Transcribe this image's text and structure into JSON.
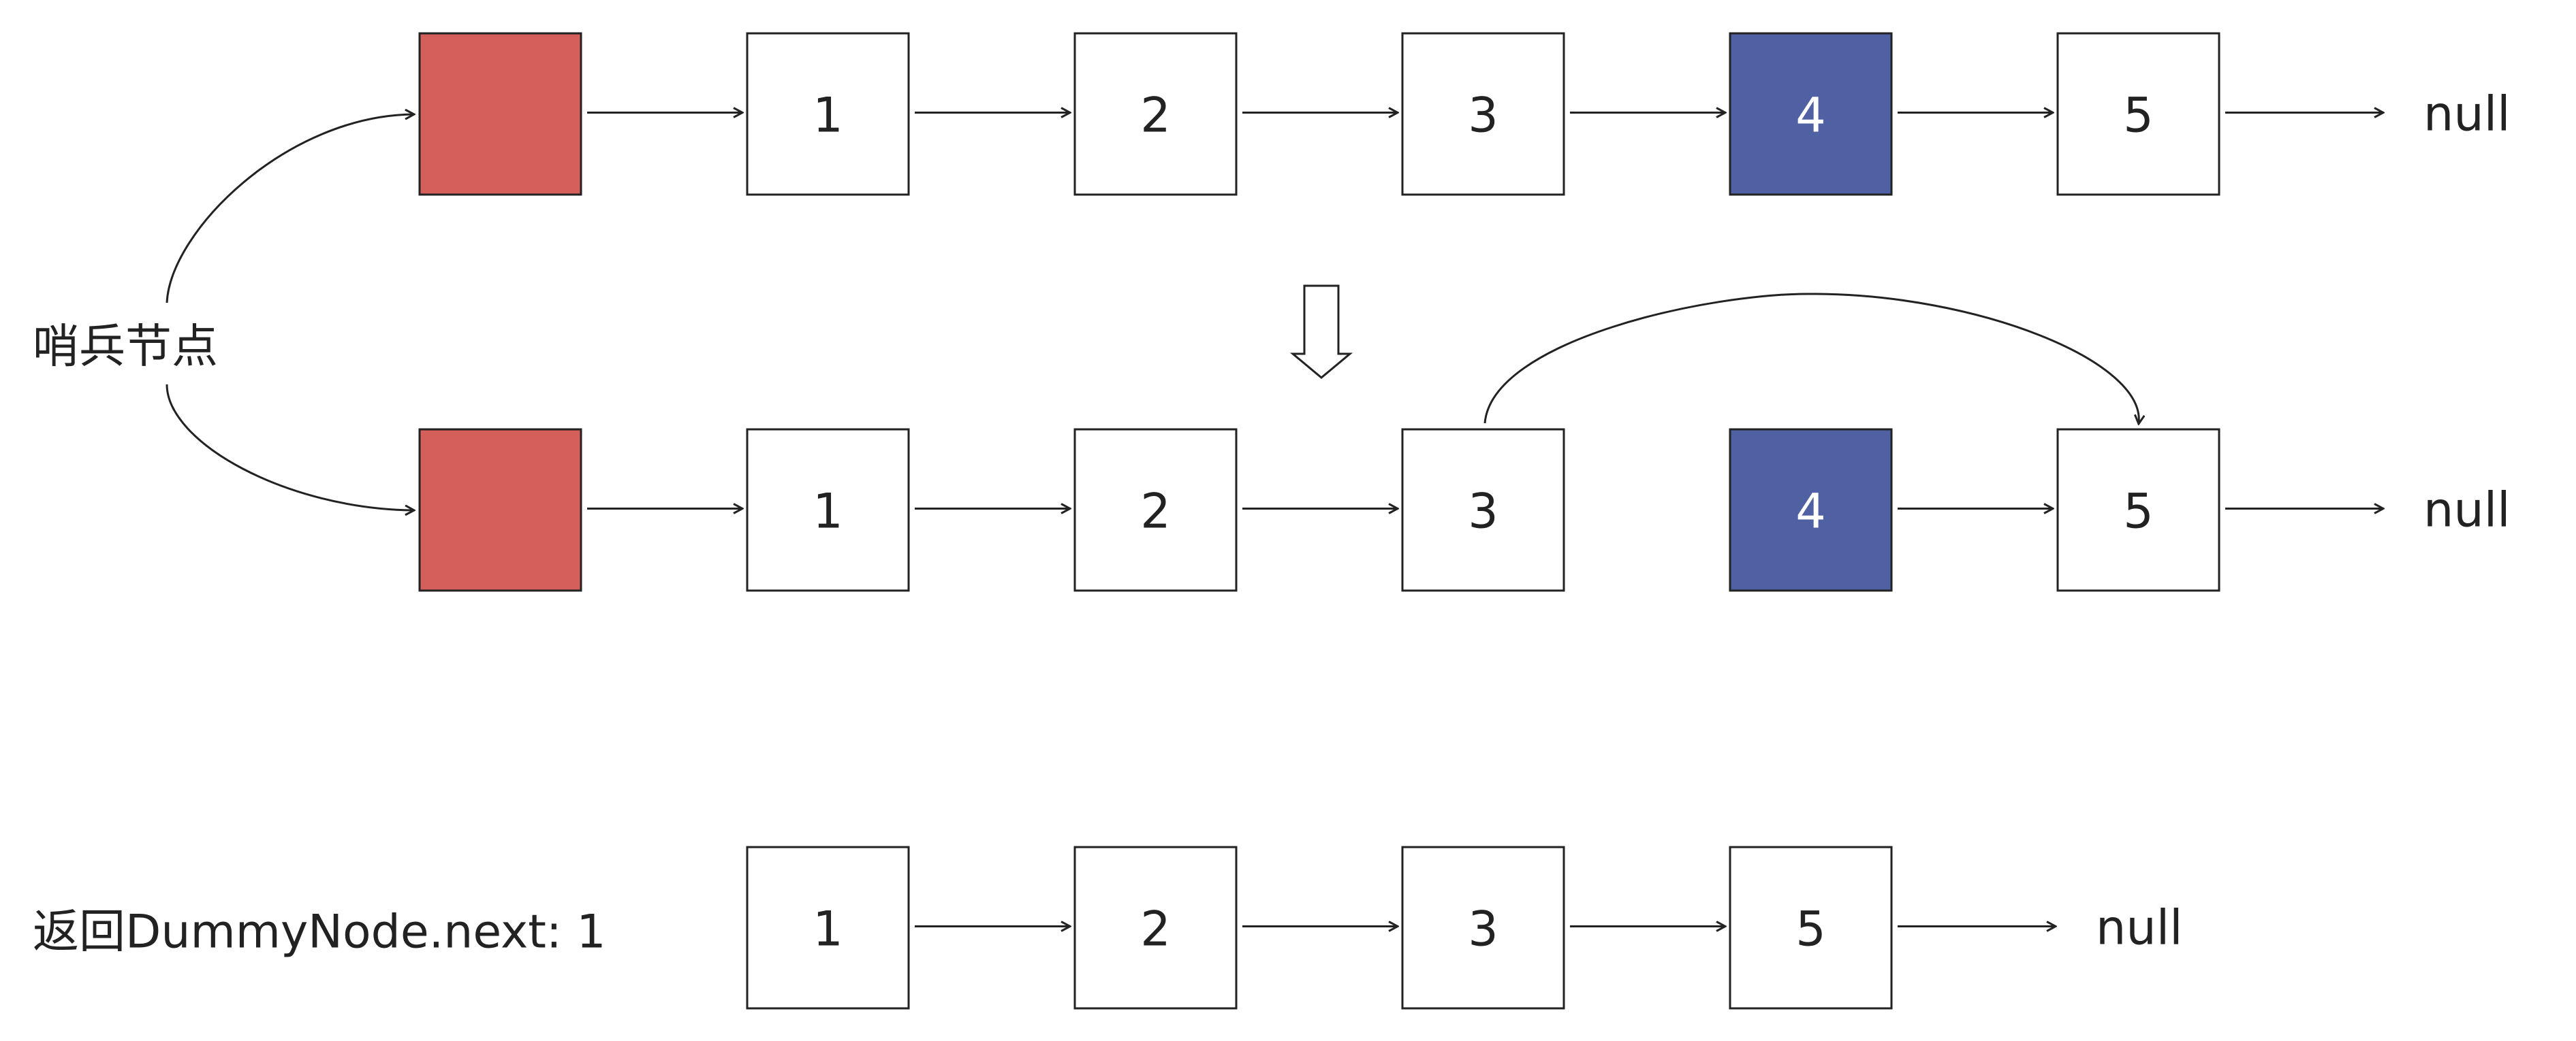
{
  "colors": {
    "sentinel": "#D45F5B",
    "target": "#4F61A3",
    "stroke": "#222222",
    "node_fill": "#FFFFFF",
    "text": "#222222"
  },
  "labels": {
    "sentinel": "哨兵节点",
    "result": "返回DummyNode.next: 1",
    "null": "null"
  },
  "rows": [
    {
      "nodes": [
        {
          "label": "",
          "kind": "sentinel"
        },
        {
          "label": "1",
          "kind": "normal"
        },
        {
          "label": "2",
          "kind": "normal"
        },
        {
          "label": "3",
          "kind": "normal"
        },
        {
          "label": "4",
          "kind": "target"
        },
        {
          "label": "5",
          "kind": "normal"
        }
      ]
    },
    {
      "nodes": [
        {
          "label": "",
          "kind": "sentinel"
        },
        {
          "label": "1",
          "kind": "normal"
        },
        {
          "label": "2",
          "kind": "normal"
        },
        {
          "label": "3",
          "kind": "normal"
        },
        {
          "label": "4",
          "kind": "target"
        },
        {
          "label": "5",
          "kind": "normal"
        }
      ],
      "skip": {
        "from": "3",
        "to": "5"
      }
    },
    {
      "nodes": [
        {
          "label": "1",
          "kind": "normal"
        },
        {
          "label": "2",
          "kind": "normal"
        },
        {
          "label": "3",
          "kind": "normal"
        },
        {
          "label": "5",
          "kind": "normal"
        }
      ]
    }
  ]
}
